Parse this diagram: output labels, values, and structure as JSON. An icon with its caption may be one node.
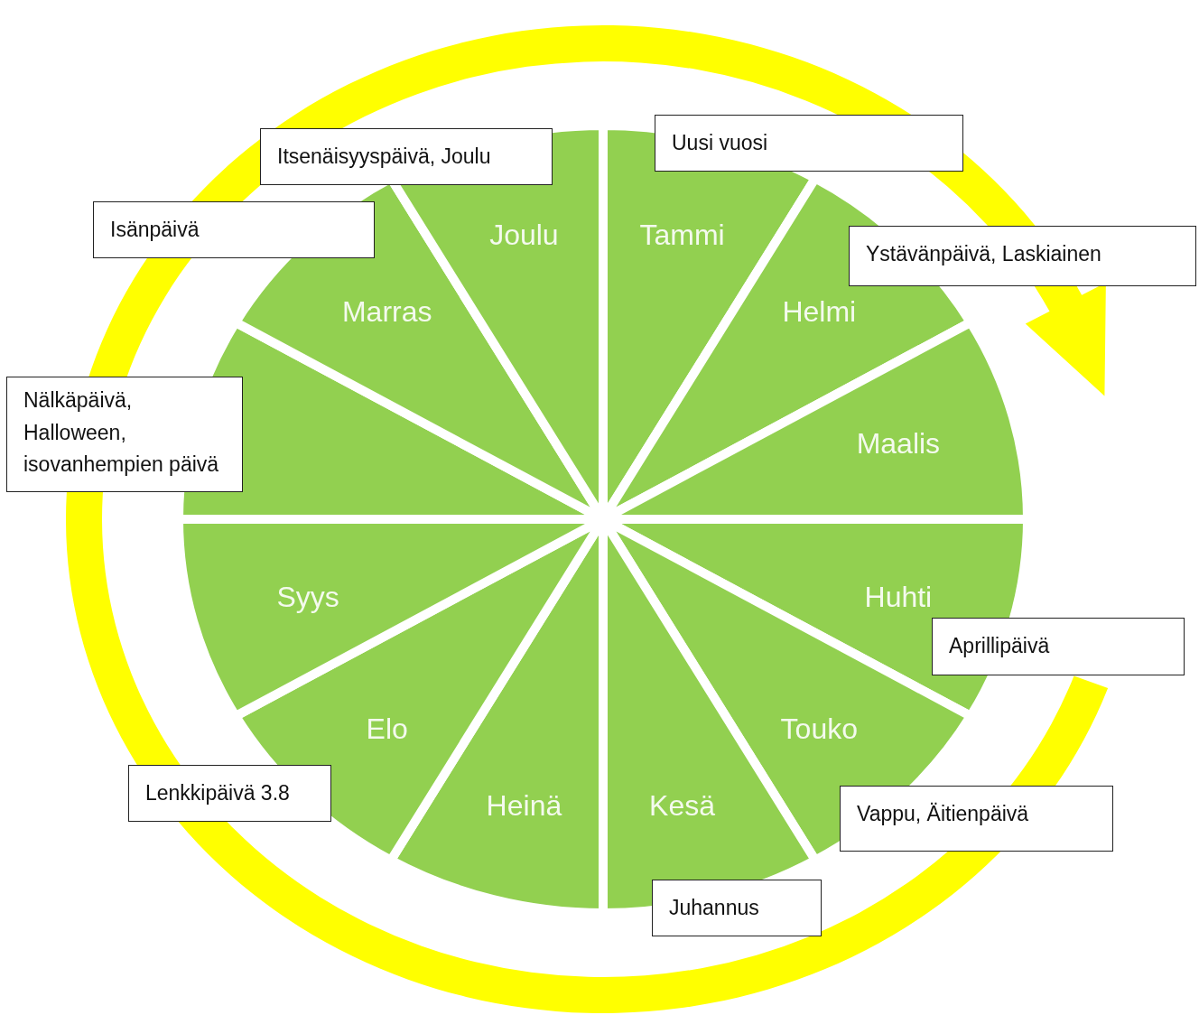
{
  "diagram": {
    "nodes": [
      {
        "text": [
          "Tammi"
        ]
      },
      {
        "text": [
          "Helmi"
        ]
      },
      {
        "text": [
          "Maalis"
        ]
      },
      {
        "text": [
          "Huhti"
        ]
      },
      {
        "text": [
          "Touko"
        ]
      },
      {
        "text": [
          "Kesä"
        ]
      },
      {
        "text": [
          "Heinä"
        ]
      },
      {
        "text": [
          "Elo"
        ]
      },
      {
        "text": [
          "Syys"
        ]
      },
      {
        "text": [
          "Marras"
        ]
      },
      {
        "text": [
          "Joulu"
        ]
      },
      {
        "text": [
          "Uusi vuosi"
        ]
      },
      {
        "text": [
          "Ystävänpäivä, Laskiainen"
        ]
      },
      {
        "text": [
          "Aprillipäivä"
        ]
      },
      {
        "text": [
          "Vappu, Äitienpäivä"
        ]
      },
      {
        "text": [
          "Juhannus"
        ]
      },
      {
        "text": [
          "Lenkkipäivä 3.8"
        ]
      },
      {
        "text": [
          "Nälkäpäivä, Halloween, isovanhempien päivä"
        ]
      },
      {
        "text": [
          "Isänpäivä"
        ]
      },
      {
        "text": [
          "Itsenäisyyspäivä, Joulu"
        ]
      }
    ]
  }
}
